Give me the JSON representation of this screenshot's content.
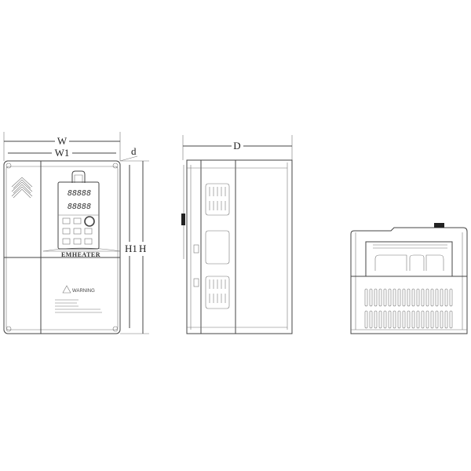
{
  "dimensions": {
    "W": "W",
    "W1": "W1",
    "d": "d",
    "H1": "H1",
    "H": "H",
    "D": "D"
  },
  "front_view": {
    "brand": "EMHEATER",
    "warning": "WARNING",
    "display_top": "88888",
    "display_bottom": "88888"
  },
  "colors": {
    "line": "#444444",
    "background": "#ffffff"
  }
}
